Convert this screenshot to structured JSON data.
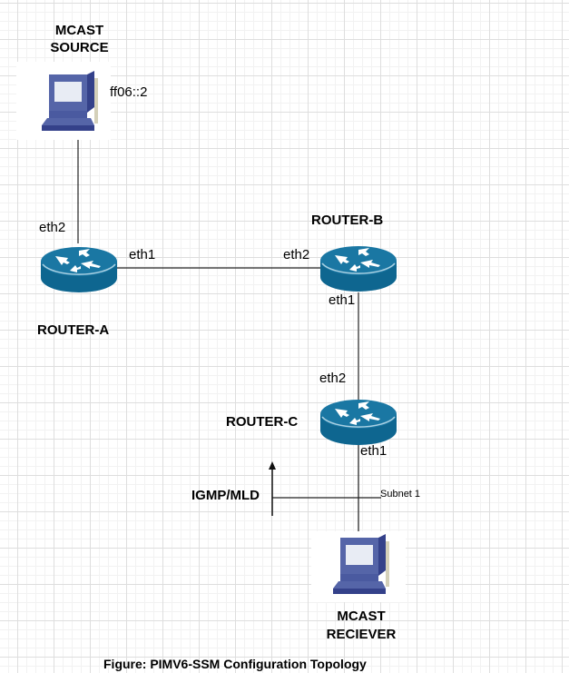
{
  "nodes": {
    "source": {
      "title_line1": "MCAST",
      "title_line2": "SOURCE",
      "address": "ff06::2",
      "icon": "computer-icon"
    },
    "router_a": {
      "title": "ROUTER-A",
      "ports": {
        "up": "eth2",
        "right": "eth1"
      },
      "icon": "router-icon"
    },
    "router_b": {
      "title": "ROUTER-B",
      "ports": {
        "left": "eth2",
        "down": "eth1"
      },
      "icon": "router-icon"
    },
    "router_c": {
      "title": "ROUTER-C",
      "ports": {
        "up": "eth2",
        "down": "eth1"
      },
      "icon": "router-icon"
    },
    "receiver": {
      "title_line1": "MCAST",
      "title_line2": "RECIEVER",
      "icon": "computer-icon"
    }
  },
  "annotations": {
    "igmp": "IGMP/MLD",
    "subnet": "Subnet 1"
  },
  "caption": "Figure: PIMV6-SSM Configuration Topology",
  "colors": {
    "router_body": "#0e6690",
    "router_top": "#1a77a3",
    "computer_body": "#5565a8",
    "computer_dark": "#34418a",
    "screen": "#e8ecf4",
    "link": "#000000",
    "link_gray": "#777777"
  }
}
